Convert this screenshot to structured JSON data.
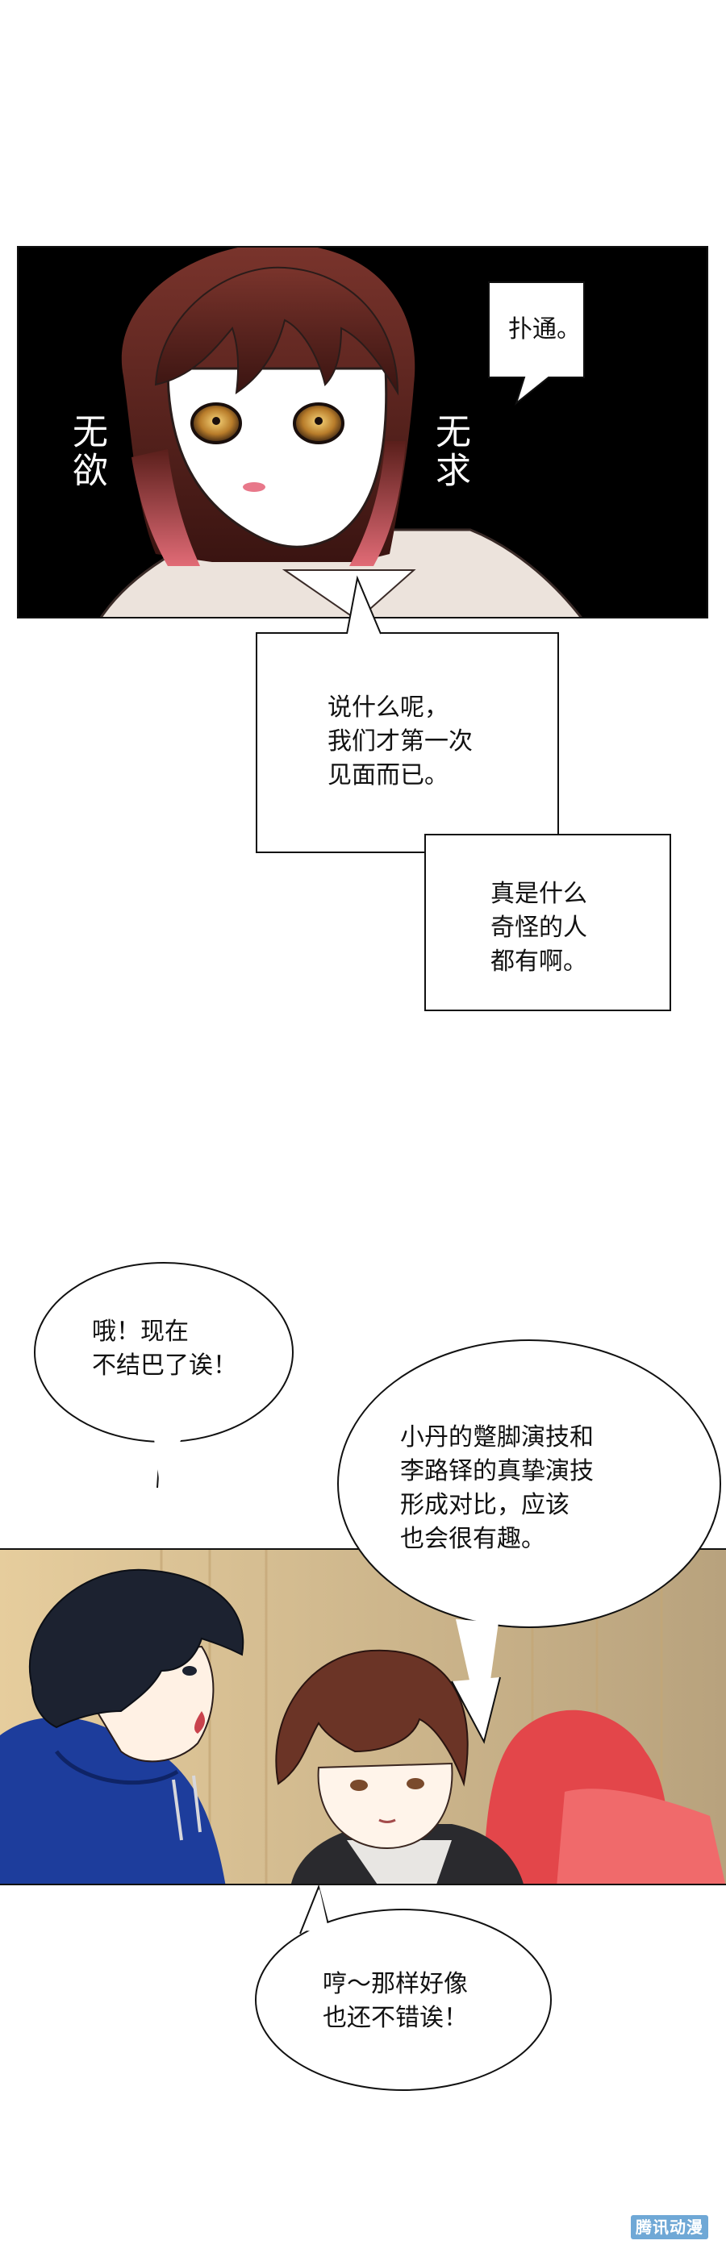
{
  "panel1": {
    "left_text": "无欲",
    "right_text": "无求",
    "thought_bubble": "扑通。"
  },
  "narration": {
    "box1": "说什么呢，\n我们才第一次\n见面而已。",
    "box2": "真是什么\n奇怪的人\n都有啊。"
  },
  "speech": {
    "bubble1": "哦！现在\n不结巴了诶！",
    "bubble2": "小丹的蹩脚演技和\n李路铎的真挚演技\n形成对比，应该\n也会很有趣。",
    "bubble3": "哼～那样好像\n也还不错诶！"
  },
  "watermark": "腾讯动漫",
  "colors": {
    "panel_dark_bg": "#000000",
    "girl_hair": "#6b2a24",
    "boy1_hair": "#1c2230",
    "boy1_hoodie": "#1d3d9c",
    "boy2_hair": "#6b3426",
    "red_figure": "#e3464a",
    "room_wall": "#d9b985"
  }
}
